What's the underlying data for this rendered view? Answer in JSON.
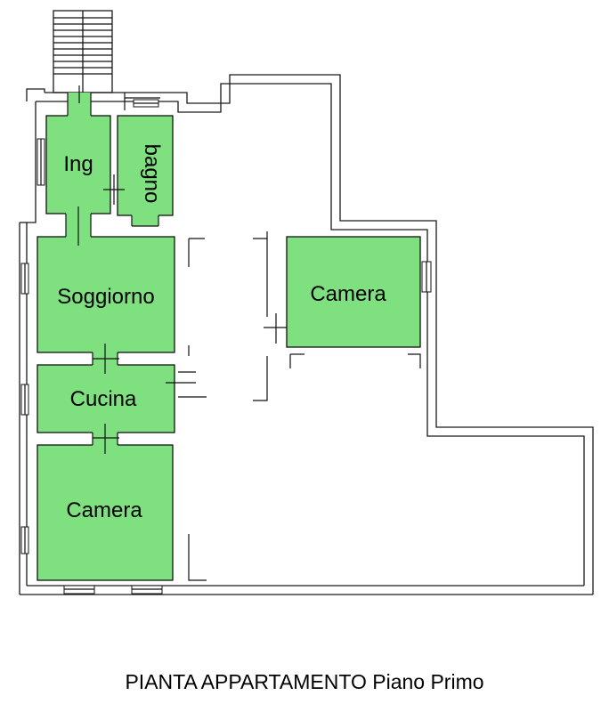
{
  "colors": {
    "room_fill": "#7fe07f",
    "walls": "#1a1a1a",
    "background": "#ffffff"
  },
  "rooms": {
    "ingresso": "Ing",
    "bagno": "bagno",
    "soggiorno": "Soggiorno",
    "cucina": "Cucina",
    "camera_2": "Camera",
    "camera_1": "Camera"
  },
  "caption": "PIANTA APPARTAMENTO Piano Primo"
}
